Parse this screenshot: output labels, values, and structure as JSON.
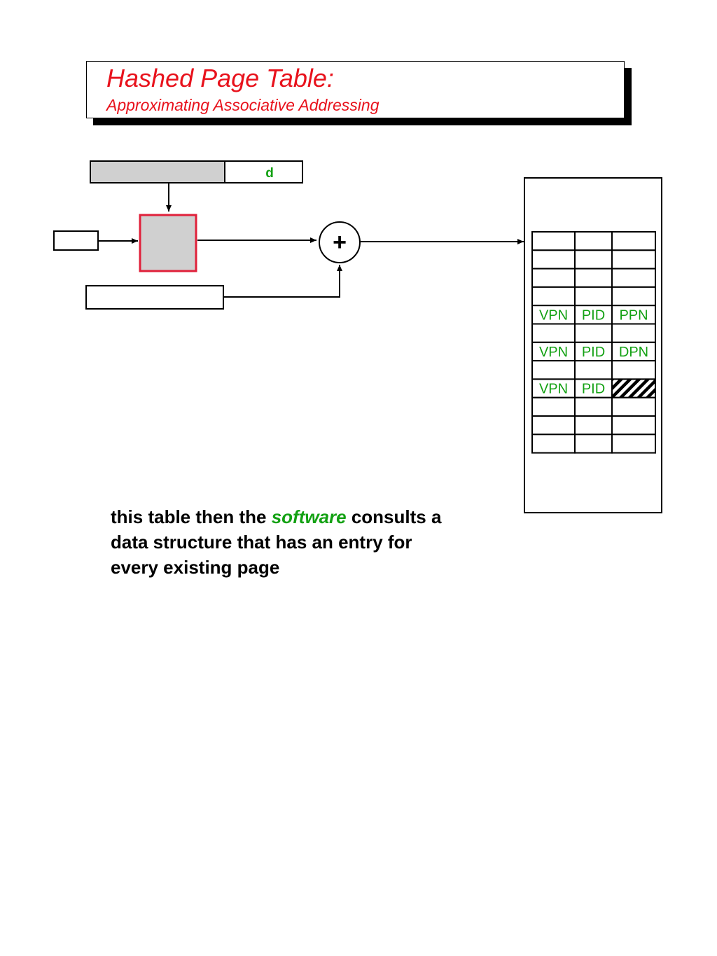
{
  "title": {
    "main": "Hashed Page Table:",
    "subtitle": "Approximating Associative Addressing"
  },
  "address_register": {
    "offset_label": "d"
  },
  "adder": {
    "symbol": "+"
  },
  "page_table": {
    "rows": [
      [
        "",
        "",
        ""
      ],
      [
        "",
        "",
        ""
      ],
      [
        "",
        "",
        ""
      ],
      [
        "",
        "",
        ""
      ],
      [
        "VPN",
        "PID",
        "PPN"
      ],
      [
        "",
        "",
        ""
      ],
      [
        "VPN",
        "PID",
        "DPN"
      ],
      [
        "",
        "",
        ""
      ],
      [
        "VPN",
        "PID",
        ""
      ],
      [
        "",
        "",
        ""
      ],
      [
        "",
        "",
        ""
      ],
      [
        "",
        "",
        ""
      ]
    ],
    "hatched_cell": "row 9, column 3"
  },
  "body_text": {
    "line1_a": "this table then the ",
    "line1_emph": "software",
    "line1_b": " consults a",
    "line2": "data structure that has an entry for",
    "line3": "every existing page"
  },
  "colors": {
    "title": "#e8121c",
    "green_label": "#13a113",
    "hash_box_border": "#e0203a",
    "gray_fill": "#d0d0d0"
  }
}
